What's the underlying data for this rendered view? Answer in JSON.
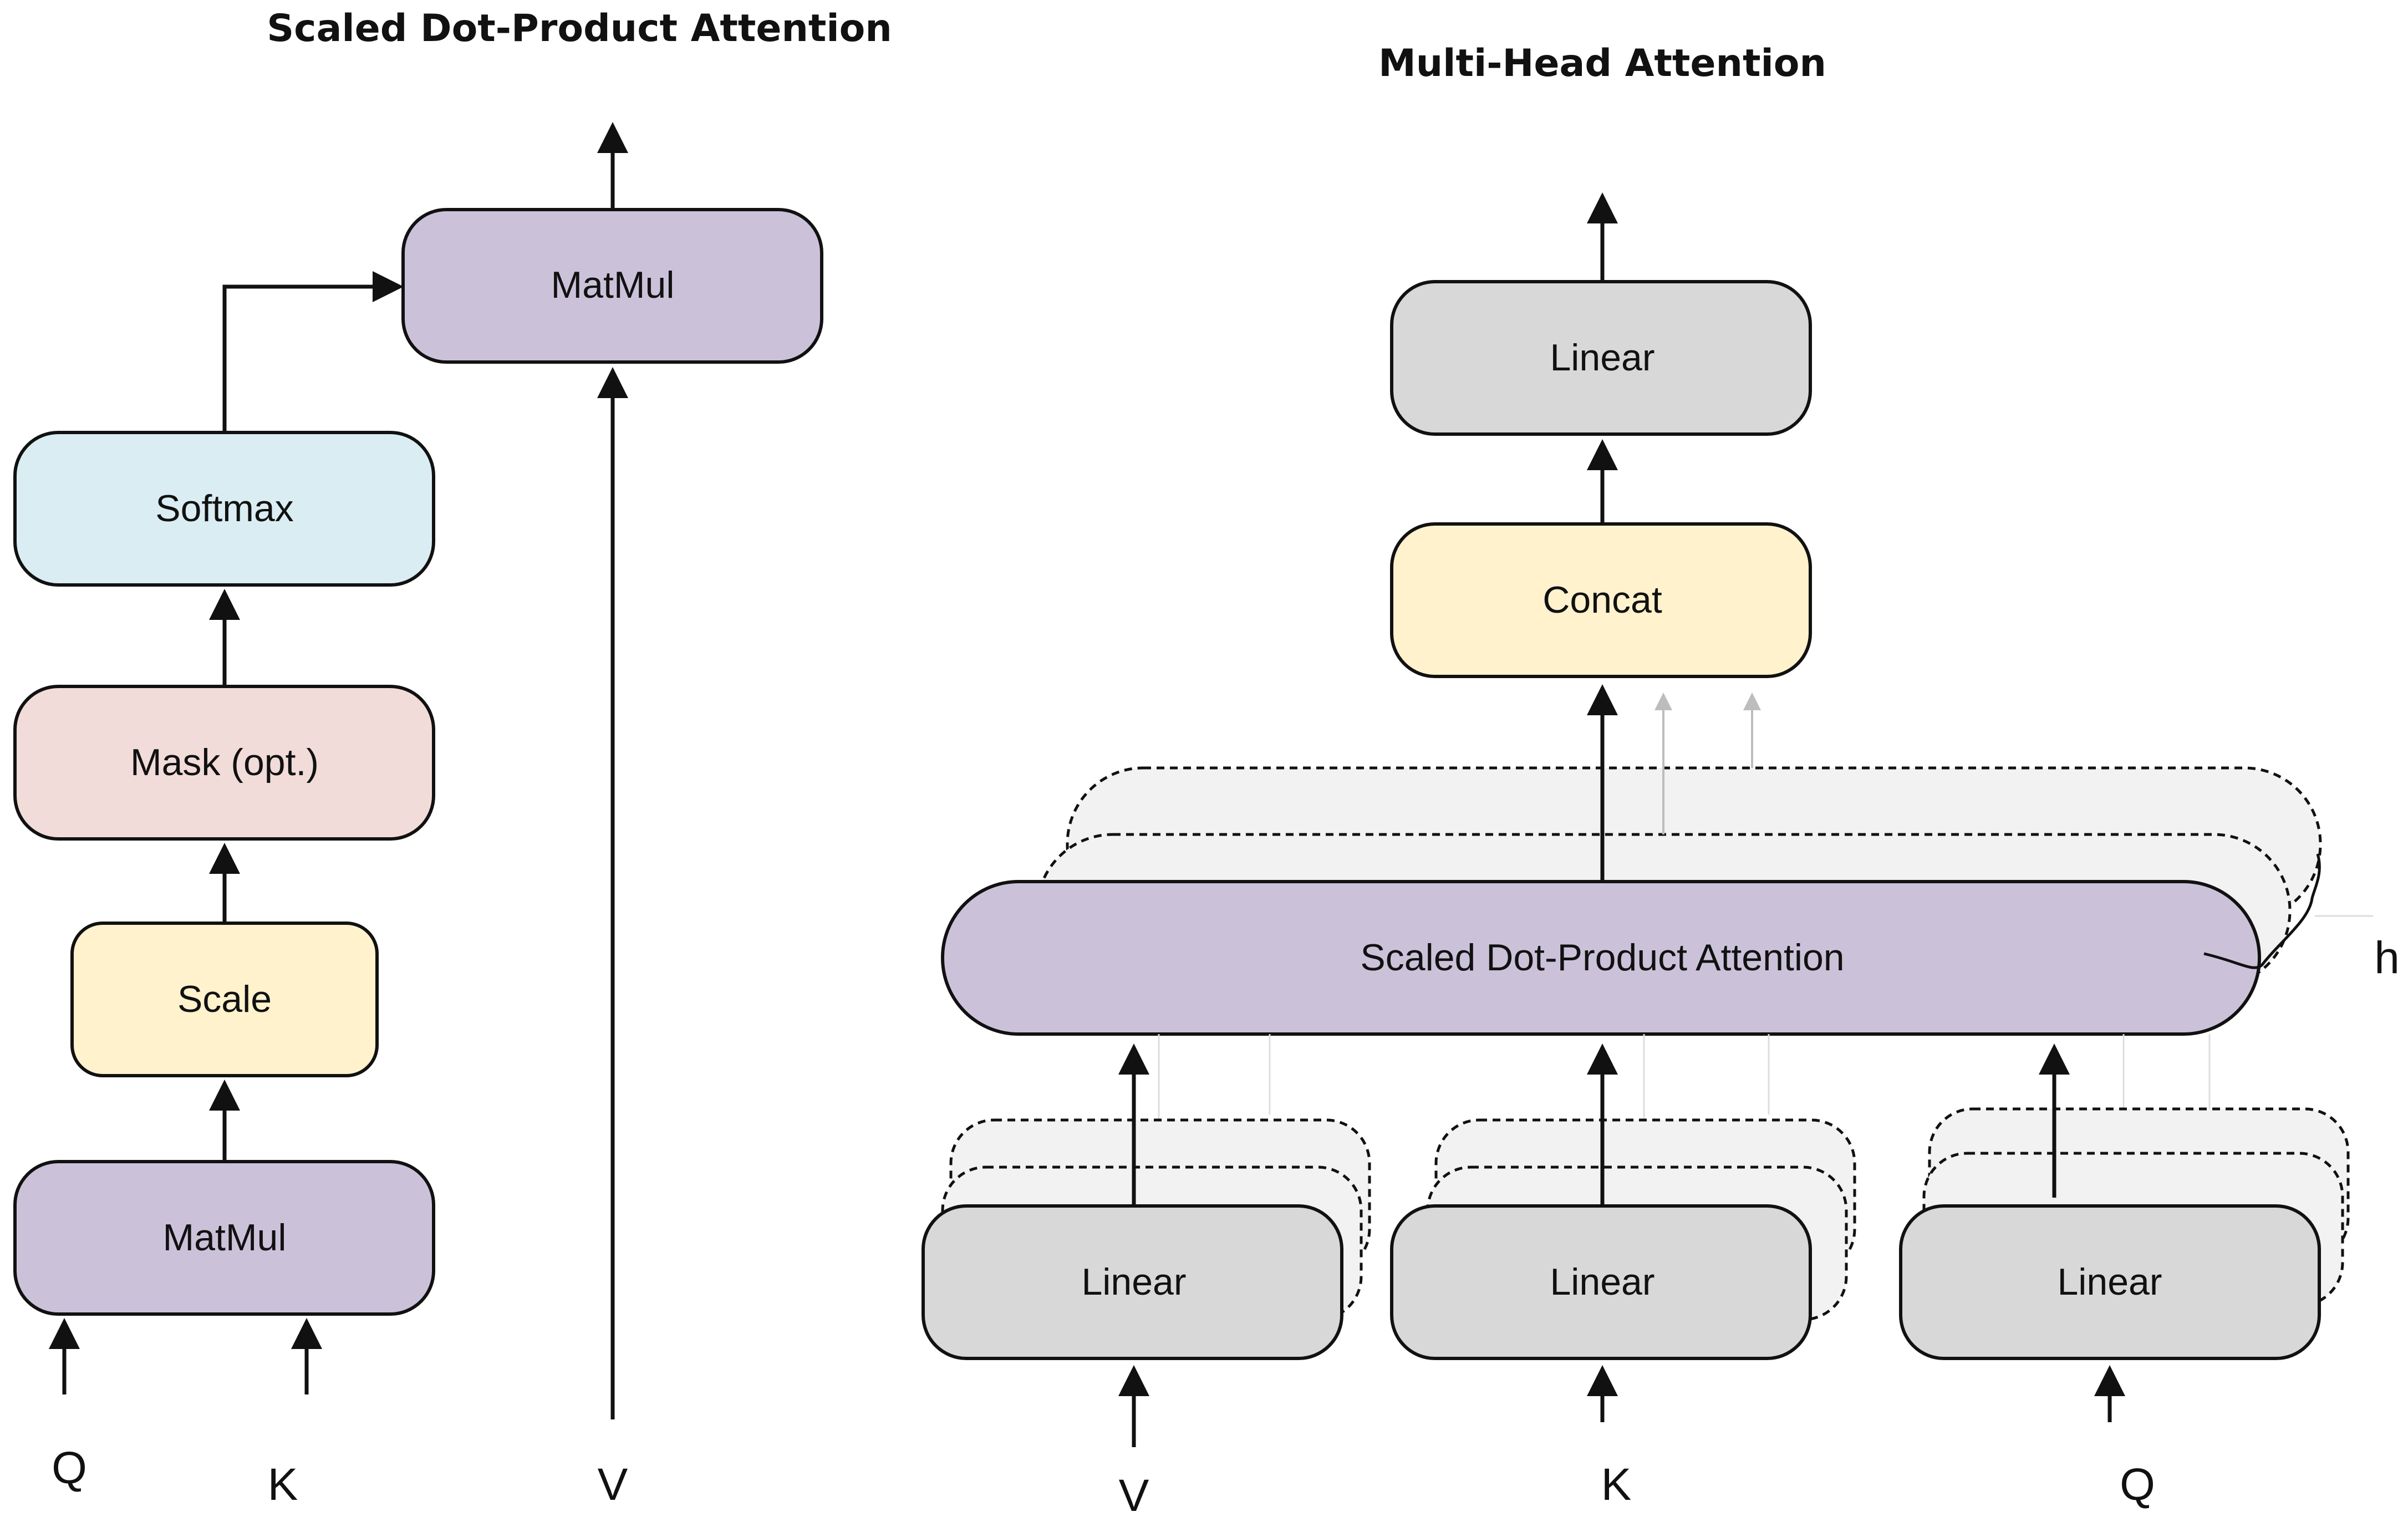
{
  "titles": {
    "left": "Scaled Dot-Product Attention",
    "right": "Multi-Head Attention"
  },
  "left_diagram": {
    "matmul_top": "MatMul",
    "softmax": "Softmax",
    "mask": "Mask (opt.)",
    "scale": "Scale",
    "matmul_bottom": "MatMul",
    "inputs": {
      "q": "Q",
      "k": "K",
      "v": "V"
    }
  },
  "right_diagram": {
    "linear_top": "Linear",
    "concat": "Concat",
    "attention": "Scaled Dot-Product Attention",
    "heads_label": "h",
    "linear_v": "Linear",
    "linear_k": "Linear",
    "linear_q": "Linear",
    "inputs": {
      "v": "V",
      "k": "K",
      "q": "Q"
    }
  },
  "colors": {
    "purple": "#cbc2da",
    "blue": "#daedf3",
    "pink": "#f1dcda",
    "yellow": "#fff2cd",
    "gray": "#d8d8d8",
    "light_gray": "#f2f2f2",
    "stroke": "#111111",
    "faint_arrow": "#bdbdbd"
  }
}
